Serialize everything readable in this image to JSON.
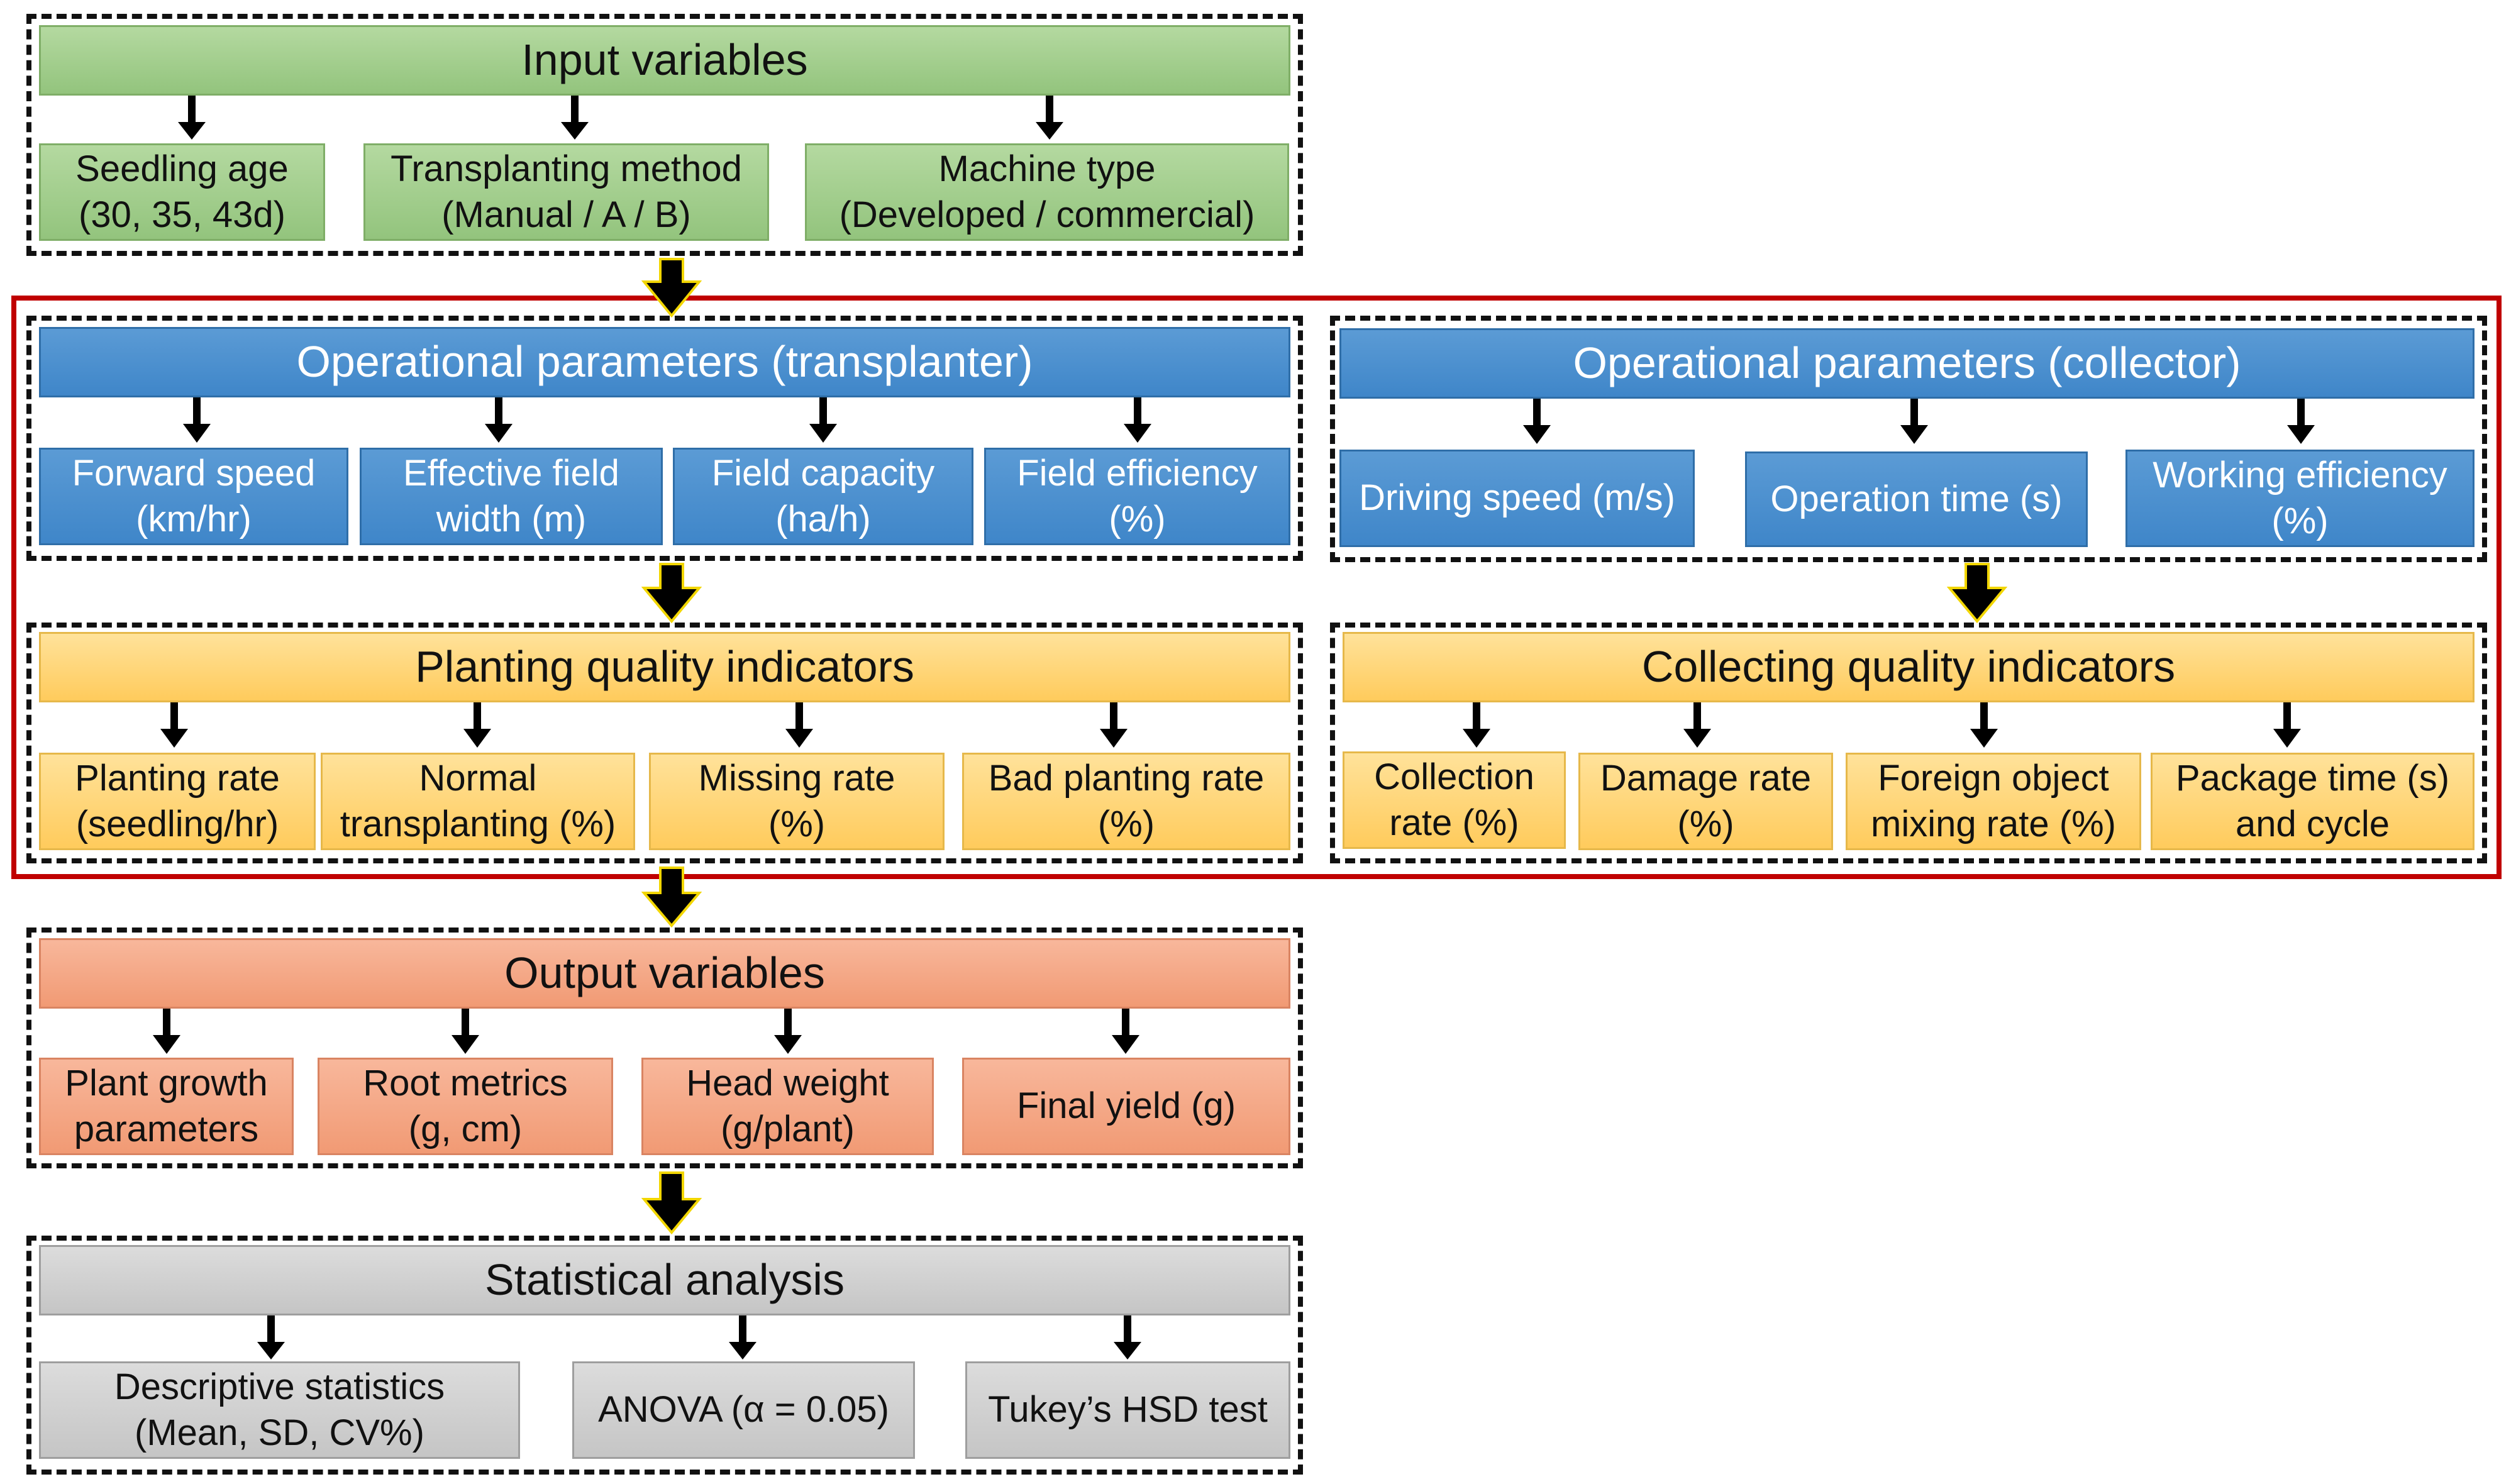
{
  "input": {
    "header": "Input variables",
    "items": [
      "Seedling age\n(30, 35, 43d)",
      "Transplanting method\n(Manual / A / B)",
      "Machine type\n(Developed / commercial)"
    ]
  },
  "op_transplanter": {
    "header": "Operational parameters (transplanter)",
    "items": [
      "Forward speed\n(km/hr)",
      "Effective field\nwidth (m)",
      "Field capacity\n(ha/h)",
      "Field efficiency\n(%)"
    ]
  },
  "op_collector": {
    "header": "Operational parameters (collector)",
    "items": [
      "Driving speed (m/s)",
      "Operation time (s)",
      "Working efficiency\n(%)"
    ]
  },
  "planting_quality": {
    "header": "Planting quality indicators",
    "items": [
      "Planting rate\n(seedling/hr)",
      "Normal\ntransplanting (%)",
      "Missing rate\n(%)",
      "Bad planting rate\n(%)"
    ]
  },
  "collecting_quality": {
    "header": "Collecting quality indicators",
    "items": [
      "Collection\nrate (%)",
      "Damage rate\n(%)",
      "Foreign object\nmixing rate (%)",
      "Package time (s)\nand cycle"
    ]
  },
  "output": {
    "header": "Output variables",
    "items": [
      "Plant growth\nparameters",
      "Root metrics\n(g, cm)",
      "Head weight\n(g/plant)",
      "Final yield (g)"
    ]
  },
  "stats": {
    "header": "Statistical analysis",
    "items": [
      "Descriptive statistics\n(Mean, SD, CV%)",
      "ANOVA  (α = 0.05)",
      "Tukey’s HSD test"
    ]
  },
  "colors": {
    "green": "#93c47d",
    "blue": "#3f86c9",
    "yellow": "#ffcb5c",
    "orange": "#f19a74",
    "grey": "#c5c5c5",
    "red_frame": "#c00000",
    "arrow_outline": "#f2d600"
  }
}
